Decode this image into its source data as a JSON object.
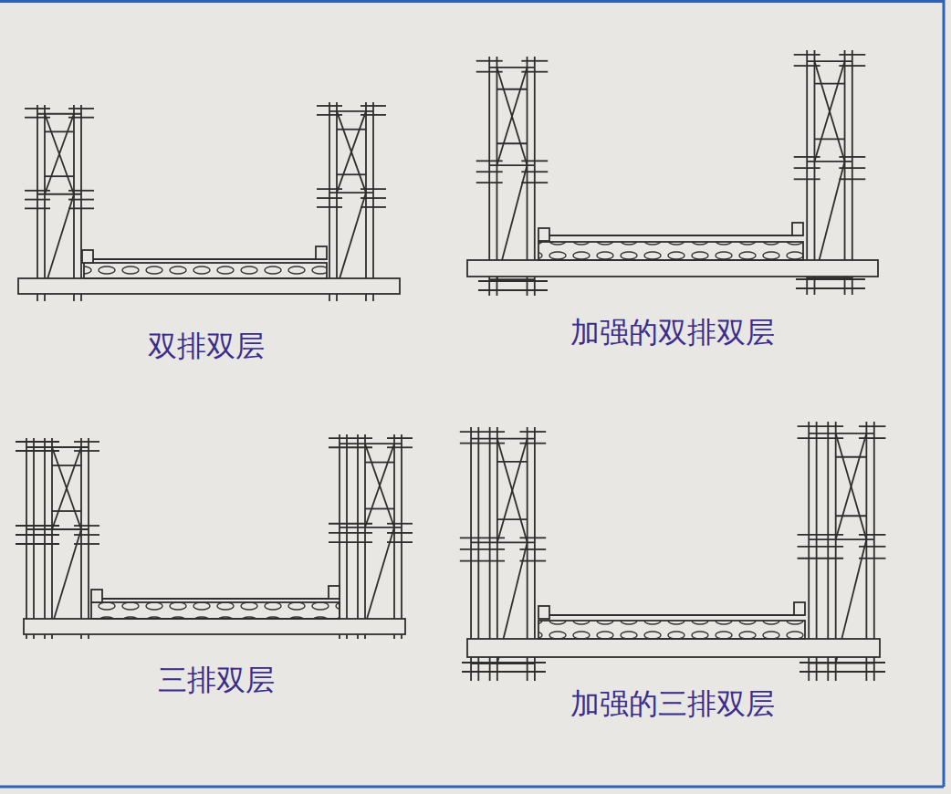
{
  "diagram": {
    "labels": [
      "双排双层",
      "加强的双排双层",
      "三排双层",
      "加强的三排双层"
    ]
  }
}
